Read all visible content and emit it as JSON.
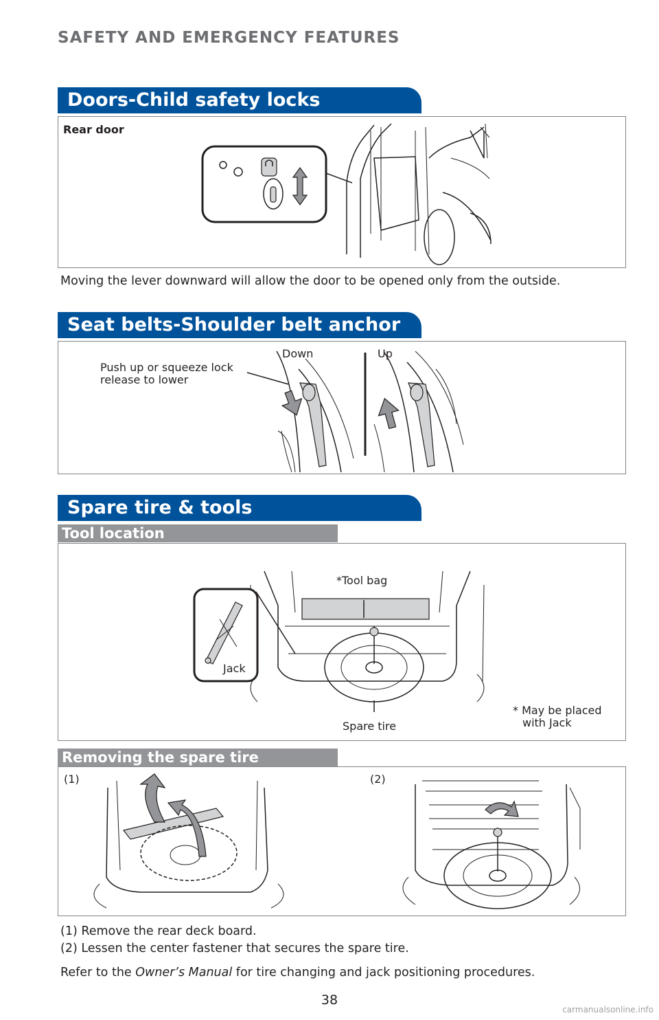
{
  "header": {
    "title": "SAFETY AND EMERGENCY FEATURES"
  },
  "sections": {
    "child_locks": {
      "title": "Doors-Child safety locks",
      "figure_label": "Rear door",
      "caption": "Moving the lever downward will allow the door to be opened only from the outside."
    },
    "seat_belts": {
      "title": "Seat belts-Shoulder belt anchor",
      "callout": [
        "Push up or squeeze lock",
        "release to lower"
      ],
      "label_down": "Down",
      "label_up": "Up"
    },
    "spare_tire": {
      "title": "Spare tire & tools",
      "tool_location": {
        "title": "Tool location",
        "label_tool_bag": "*Tool bag",
        "label_jack": "Jack",
        "label_spare_tire": "Spare tire",
        "note": [
          "* May be placed",
          "with Jack"
        ]
      },
      "removing": {
        "title": "Removing the spare tire",
        "step1_label": "(1)",
        "step2_label": "(2)"
      },
      "steps": [
        "(1) Remove the rear deck board.",
        "(2) Lessen the center fastener that secures the spare tire."
      ],
      "refer": {
        "prefix": "Refer to the ",
        "manual": "Owner’s Manual",
        "suffix": " for tire changing and jack positioning procedures."
      }
    }
  },
  "page_number": "38",
  "watermark": "carmanualsonline.info",
  "colors": {
    "banner_blue": "#00529b",
    "sub_banner_gray": "#939598",
    "header_gray": "#6d6e71"
  }
}
